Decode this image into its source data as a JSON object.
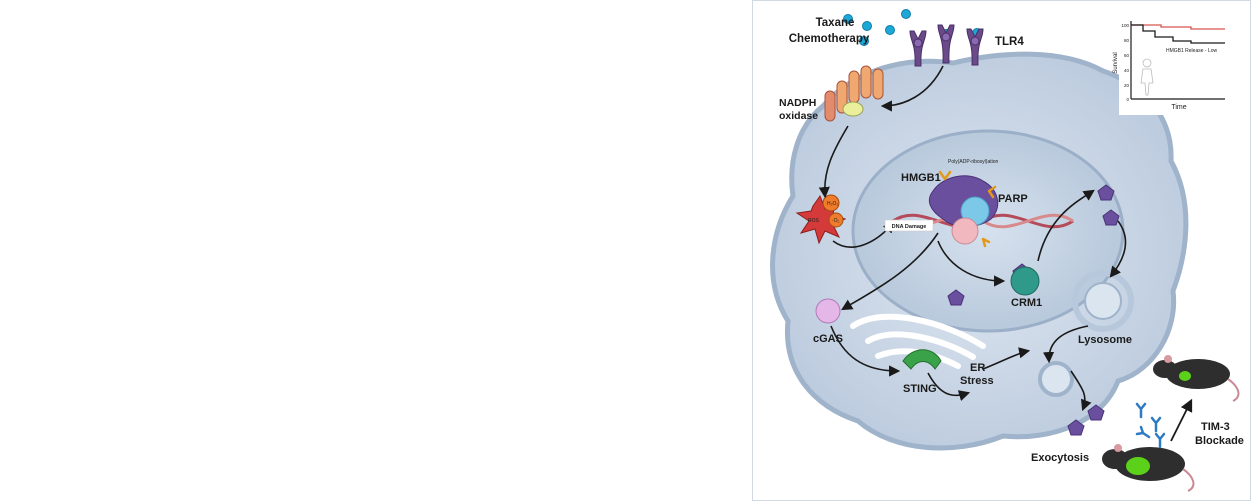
{
  "labels": {
    "taxane": [
      "Taxane",
      "Chemotherapy"
    ],
    "tlr4": "TLR4",
    "nadph": [
      "NADPH",
      "oxidase"
    ],
    "h2o2": "H₂O₂",
    "ros": "ROS",
    "o2": "·O₂",
    "dna_damage": "DNA Damage",
    "parylation": "Poly(ADP-ribosyl)ation",
    "hmgb1": "HMGB1",
    "parp": "PARP",
    "crm1": "CRM1",
    "cgas": "cGAS",
    "sting": "STING",
    "er_stress": [
      "ER",
      "Stress"
    ],
    "lysosome": "Lysosome",
    "exocytosis": "Exocytosis",
    "tim3": [
      "TIM-3",
      "Blockade"
    ]
  },
  "inset_chart": {
    "ylabel": "Survival",
    "xlabel": "Time",
    "yticks": [
      "100",
      "80",
      "60",
      "40",
      "20",
      "0"
    ],
    "legend": "HMGB1 Release - Low",
    "colors": {
      "high": "#d9534f",
      "low": "#1a1a1a"
    }
  },
  "colors": {
    "cell": "#c9d6e6",
    "nucleus": "#c4d3e2",
    "hmgb1": "#6a4f9e",
    "parp": "#7cc8e8",
    "tlr4": "#6b4a8a",
    "drug": "#1da7d6",
    "arrow": "#1a1a1a",
    "mouse_tumor": "#5cd11a"
  }
}
